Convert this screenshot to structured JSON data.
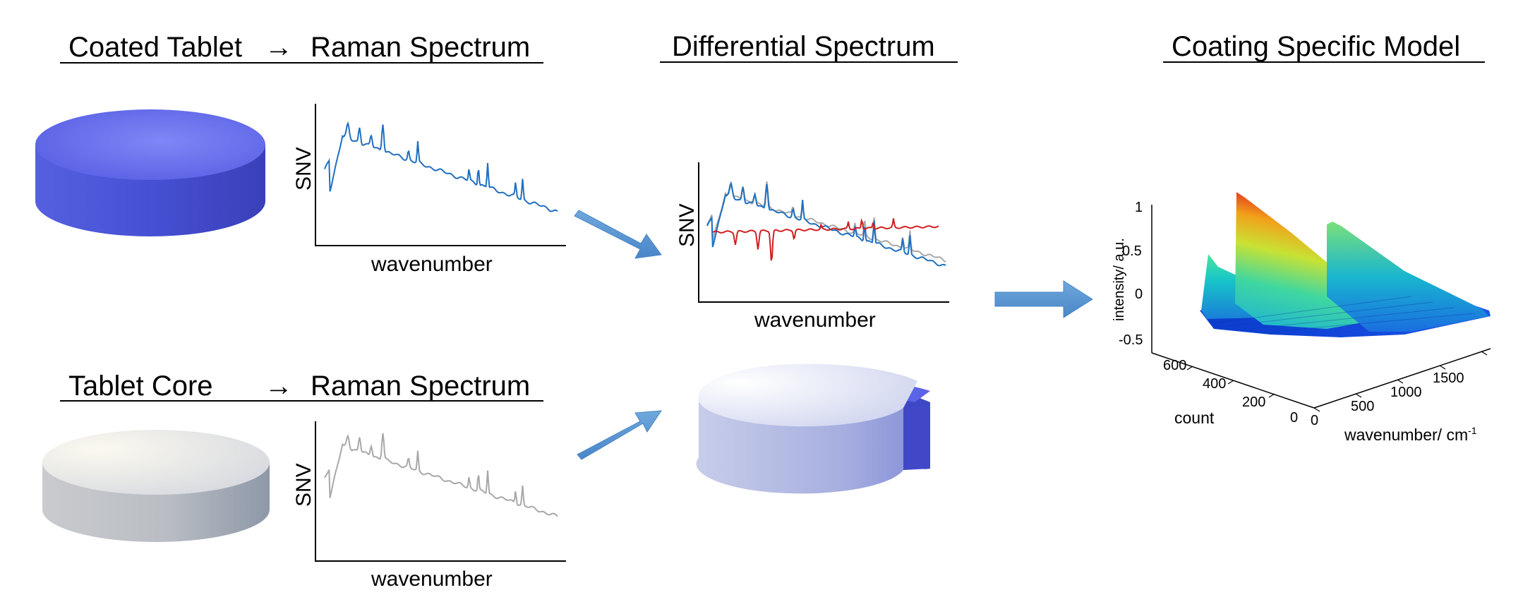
{
  "titles": {
    "coated_left": "Coated Tablet",
    "coated_right": "Raman Spectrum",
    "core_left": "Tablet Core",
    "core_right": "Raman Spectrum",
    "differential": "Differential Spectrum",
    "model": "Coating Specific Model"
  },
  "arrow_glyph": "→",
  "spectra": {
    "ylabel": "SNV",
    "xlabel": "wavenumber"
  },
  "model_plot": {
    "zlabel": "intensity/ a.u.",
    "zticks": [
      "1",
      "0.5",
      "0",
      "-0.5"
    ],
    "ylabel": "count",
    "yticks": [
      "600",
      "400",
      "200",
      "0"
    ],
    "xlabel": "wavenumber/ cm",
    "xlabel_sup": "-1",
    "xticks": [
      "0",
      "500",
      "1000",
      "1500"
    ]
  },
  "colors": {
    "coated_tablet": "#4a55d8",
    "core_tablet": "#c8ccd2",
    "coated_spectrum": "#1f6fc0",
    "core_spectrum": "#a8a8a8",
    "difference_spectrum": "#d02020",
    "arrow": "#5b9bd5"
  }
}
